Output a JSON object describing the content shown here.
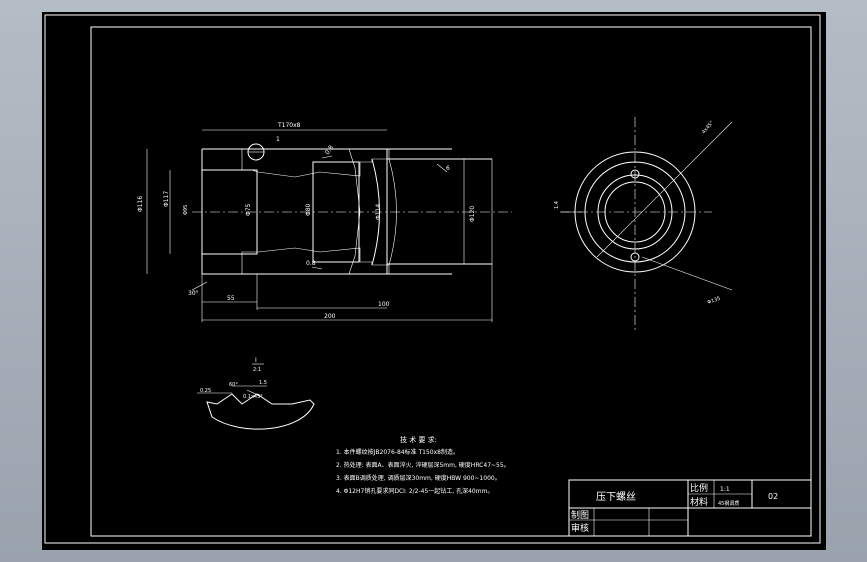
{
  "drawing": {
    "dims": {
      "d_top": "T170x8",
      "d_left": "Φ116",
      "d_inner": "Φ117",
      "d_mid": "Φ75",
      "d_mid2": "Φ80",
      "d_small": "Φ95",
      "d_right": "Φ120",
      "d_side": "Φ114",
      "tol1": "0.8",
      "tol2": "0.8",
      "len_55": "55",
      "len_100": "100",
      "len_200": "200",
      "angle": "30°",
      "num1": "1",
      "num6": "6",
      "side_ann1": "1.4",
      "side_ann2": "Φ135",
      "side_ann3": "4x45°",
      "section_mark": "I",
      "section_scale": "2:1",
      "sec_a": "0.25",
      "sec_b": "1.5",
      "sec_c": "60°",
      "sec_d": "0.1x45°"
    },
    "notes": {
      "title": "技 术 要 求:",
      "items": [
        "1. 本件螺纹按JB2076-84标准 T150x8制造。",
        "2. 热处理: 表面A、表面淬火, 淬硬层深5mm, 硬度HRC47~55。",
        "3. 表面B调质处理, 调质层深30mm, 硬度HBW 900~1000。",
        "4. Φ12H7销孔要求同DCI: 2/2-45一起钻工, 孔深40mm。"
      ]
    },
    "title_block": {
      "part_name": "压下螺丝",
      "scale_label": "比例",
      "scale_value": "1:1",
      "material_label": "材料",
      "material_value": "45钢调质",
      "drawing_no": "02",
      "drawn_label": "制图",
      "checked_label": "审核"
    }
  }
}
